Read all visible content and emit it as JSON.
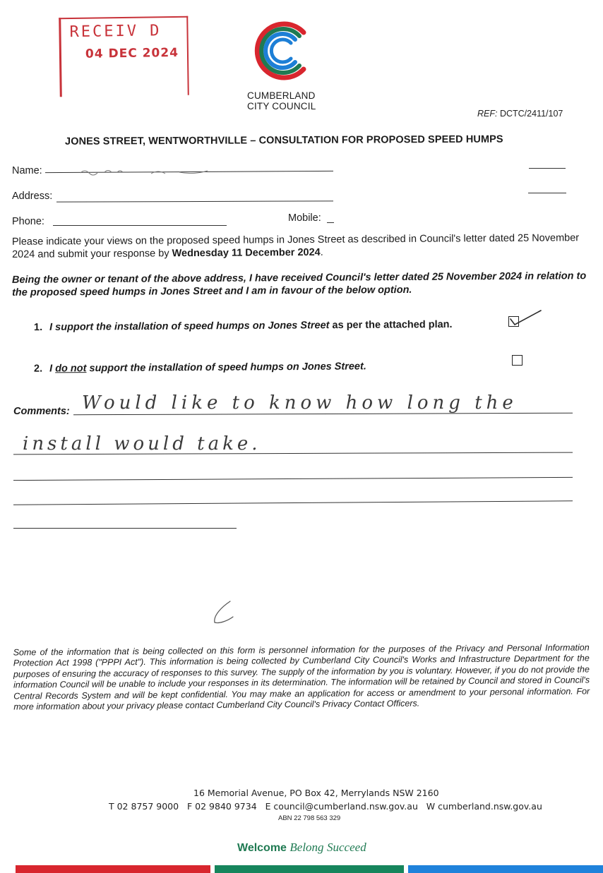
{
  "stamp": {
    "title": "RECEIV D",
    "date": "04 DEC 2024"
  },
  "header": {
    "logo_line1": "CUMBERLAND",
    "logo_line2": "CITY COUNCIL",
    "ref_label": "REF:",
    "ref_value": "DCTC/2411/107"
  },
  "form": {
    "title": "JONES STREET, WENTWORTHVILLE – CONSULTATION FOR PROPOSED SPEED HUMPS",
    "name_label": "Name:",
    "address_label": "Address:",
    "phone_label": "Phone:",
    "mobile_label": "Mobile:",
    "intro_part1": "Please indicate your views on the proposed speed humps in Jones Street as described in Council's letter dated 25 November 2024 and submit your response by ",
    "intro_deadline": "Wednesday 11 December 2024",
    "intro_end": ".",
    "declaration": "Being the owner or tenant of the above address, I have received Council's letter dated 25 November 2024 in relation to the proposed speed humps in Jones Street and I am in favour of the below option.",
    "option1_number": "1.",
    "option1_italic": "I support the installation of speed humps on Jones Street",
    "option1_plain": " as per the attached plan.",
    "option2_number": "2.",
    "option2_pre": "I ",
    "option2_underlined": "do not",
    "option2_post": " support the installation of speed humps on Jones Street.",
    "comments_label": "Comments:",
    "comment_line1": "Would like to know how long the",
    "comment_line2": "install would take."
  },
  "privacy": {
    "text": "Some of the information that is being collected on this form is personnel information for the purposes of the Privacy and Personal Information Protection Act 1998 (\"PPPI Act\"). This information is being collected by Cumberland City Council's Works and Infrastructure Department for the purposes of ensuring the accuracy of responses to this survey. The supply of the information by you is voluntary. However, if you do not provide the information Council will be unable to include your responses in its determination. The information will be retained by Council and stored in Council's Central Records System and will be kept confidential. You may make an application for access or amendment to your personal information. For more information about your privacy please contact Cumberland City Council's Privacy Contact Officers."
  },
  "footer": {
    "address": "16 Memorial Avenue, PO Box 42, Merrylands NSW 2160",
    "contacts": "T 02 8757 9000   F 02 9840 9734   E council@cumberland.nsw.gov.au   W cumberland.nsw.gov.au",
    "abn": "ABN 22 798 563 329",
    "slogan_welcome": "Welcome",
    "slogan_belong": "Belong",
    "slogan_succeed": "Succeed"
  },
  "colors": {
    "stamp_red": "#c8333a",
    "brand_red": "#d8262e",
    "brand_green": "#1f7a52",
    "brand_blue": "#1d7fd6",
    "band_red": "#d8262e",
    "band_green": "#16855c",
    "band_blue": "#1f82db"
  }
}
